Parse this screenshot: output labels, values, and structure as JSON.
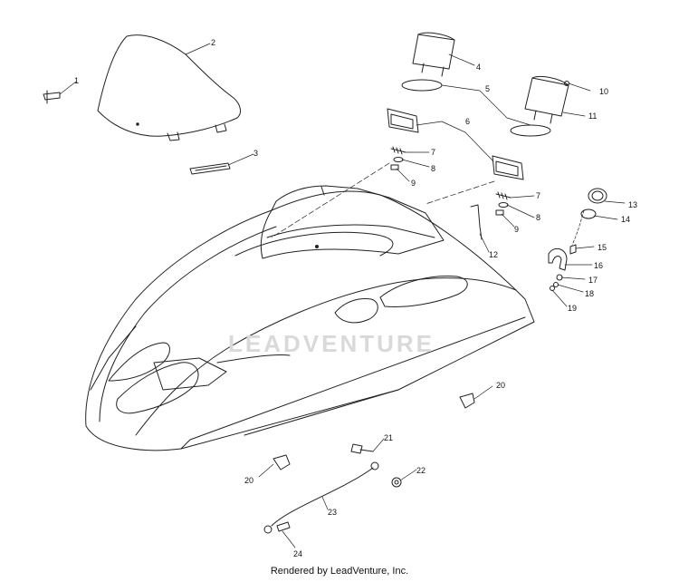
{
  "diagram": {
    "callouts": {
      "c1": "1",
      "c2": "2",
      "c3": "3",
      "c4": "4",
      "c5": "5",
      "c6": "6",
      "c7a": "7",
      "c8a": "8",
      "c9a": "9",
      "c10": "10",
      "c11": "11",
      "c12": "12",
      "c7b": "7",
      "c8b": "8",
      "c9b": "9",
      "c13": "13",
      "c14": "14",
      "c15": "15",
      "c16": "16",
      "c17": "17",
      "c18": "18",
      "c19": "19",
      "c20a": "20",
      "c20b": "20",
      "c21": "21",
      "c22": "22",
      "c23": "23",
      "c24": "24"
    },
    "watermark": "LEADVENTURE"
  },
  "footer": {
    "credit": "Rendered by LeadVenture, Inc."
  }
}
